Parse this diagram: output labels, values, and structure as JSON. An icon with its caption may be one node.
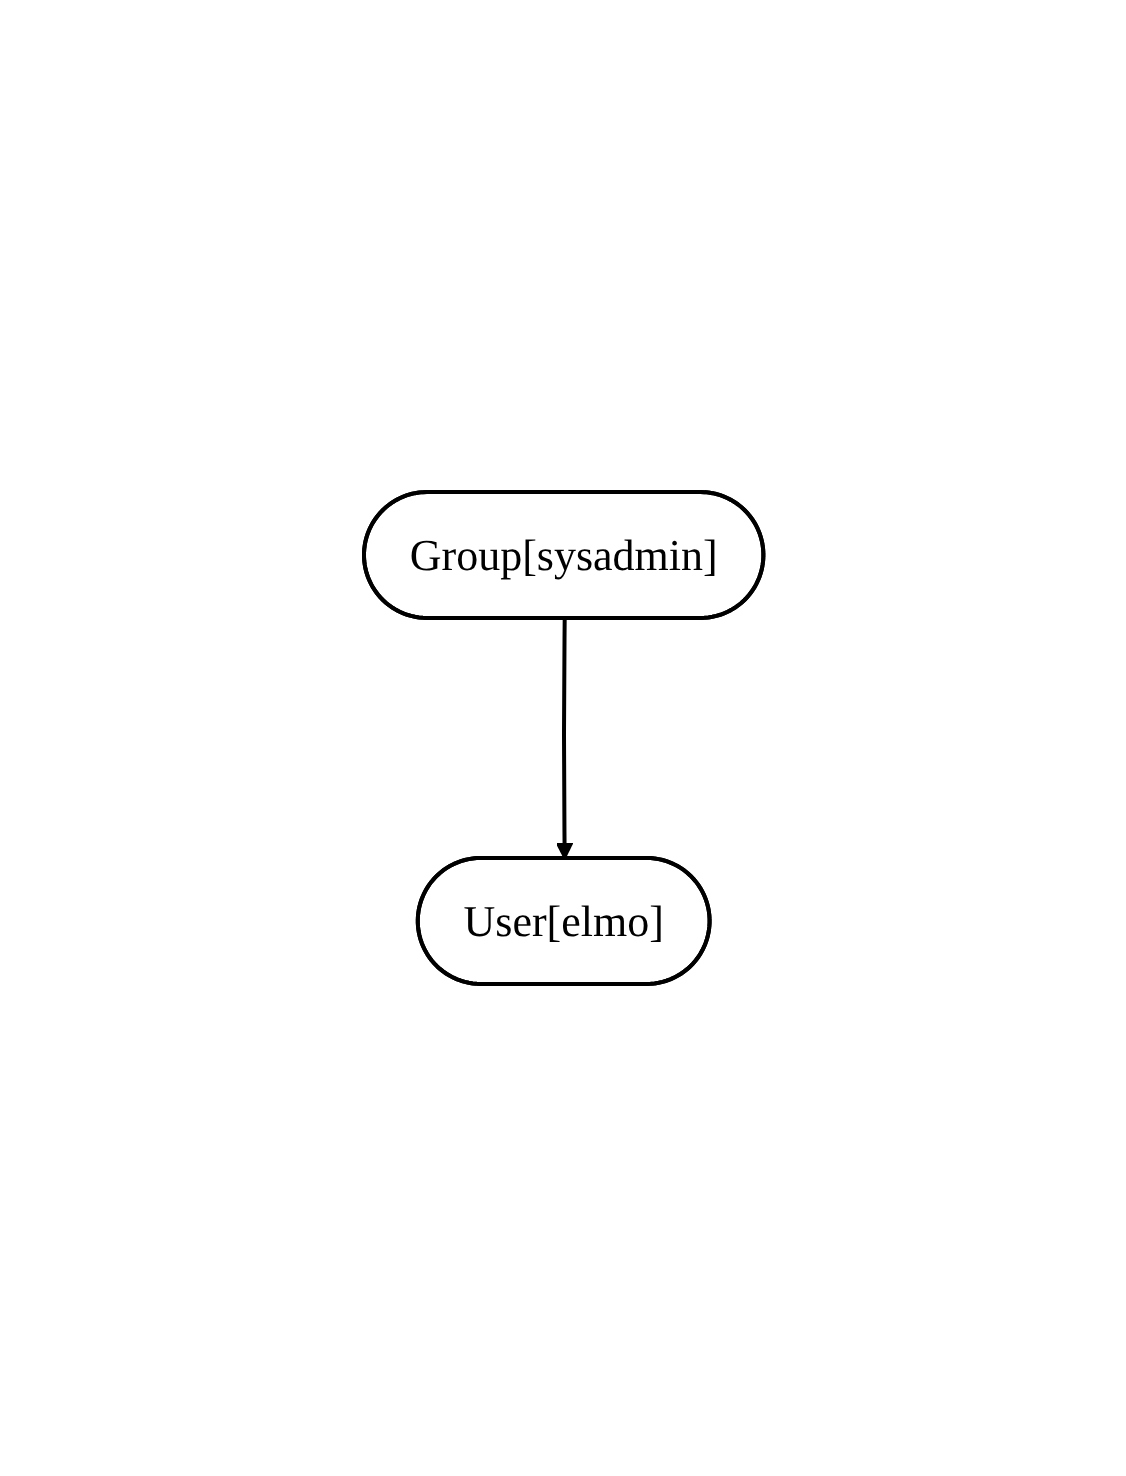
{
  "diagram": {
    "nodes": [
      {
        "text": [
          "Group[sysadmin]"
        ]
      },
      {
        "text": [
          "User[elmo]"
        ]
      }
    ],
    "edges": [
      {
        "from": 0,
        "to": 1,
        "arrow": "to"
      }
    ]
  }
}
